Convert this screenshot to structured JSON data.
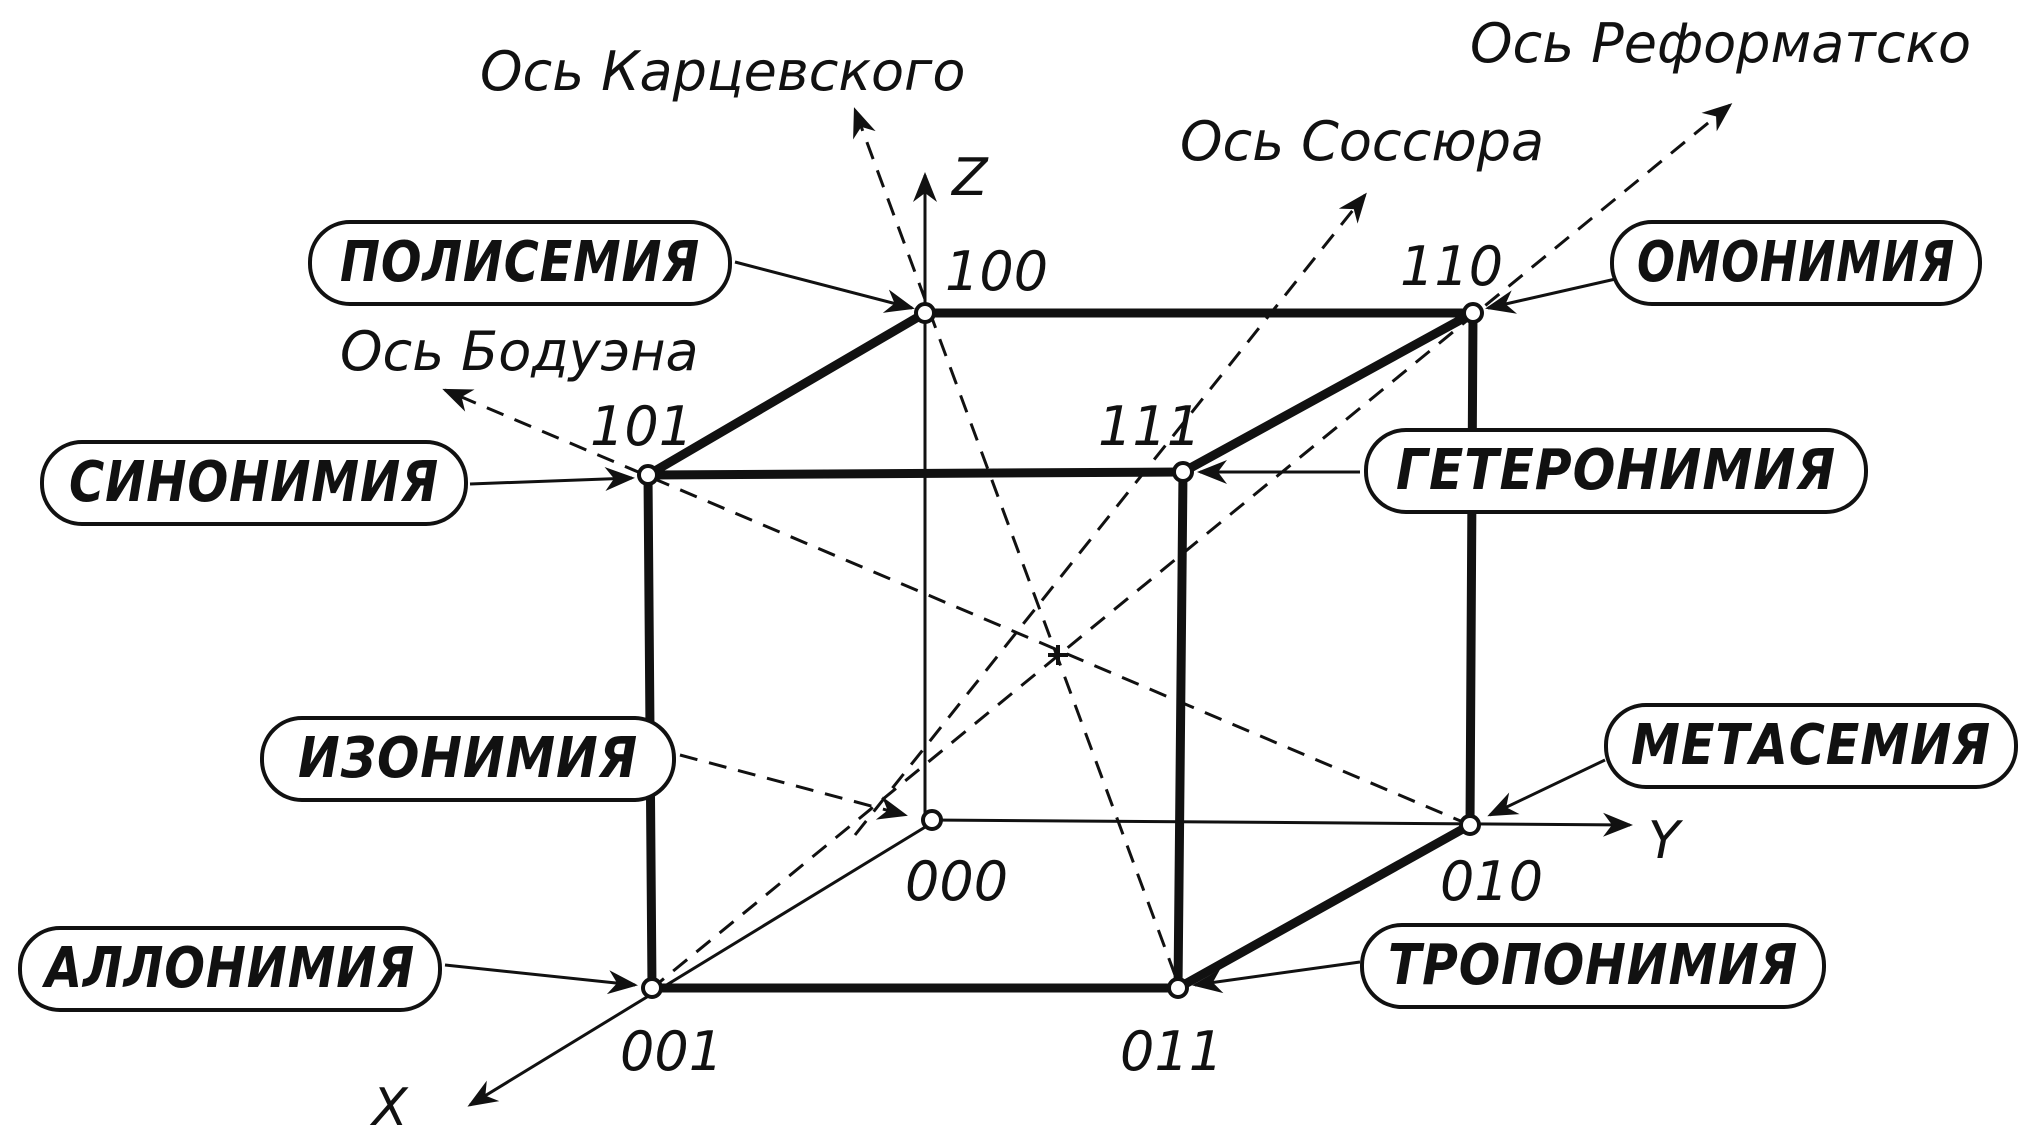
{
  "axes": {
    "x": "X",
    "y": "Y",
    "z": "Z"
  },
  "nodes": {
    "n100": "100",
    "n110": "110",
    "n101": "101",
    "n111": "111",
    "n000": "000",
    "n010": "010",
    "n001": "001",
    "n011": "011"
  },
  "named_axes": {
    "kartsevsky": "Ось Карцевского",
    "reformatsky": "Ось Реформатско",
    "saussure": "Ось Соссюра",
    "baudouin": "Ось Бодуэна"
  },
  "terms": {
    "polysemy": "ПОЛИСЕМИЯ",
    "homonymy": "ОМОНИМИЯ",
    "synonymy": "СИНОНИМИЯ",
    "heteronymy": "ГЕТЕРОНИМИЯ",
    "isonymy": "ИЗОНИМИЯ",
    "metasemy": "МЕТАСЕМИЯ",
    "allonymy": "АЛЛОНИМИЯ",
    "troponymy": "ТРОПОНИМИЯ"
  }
}
